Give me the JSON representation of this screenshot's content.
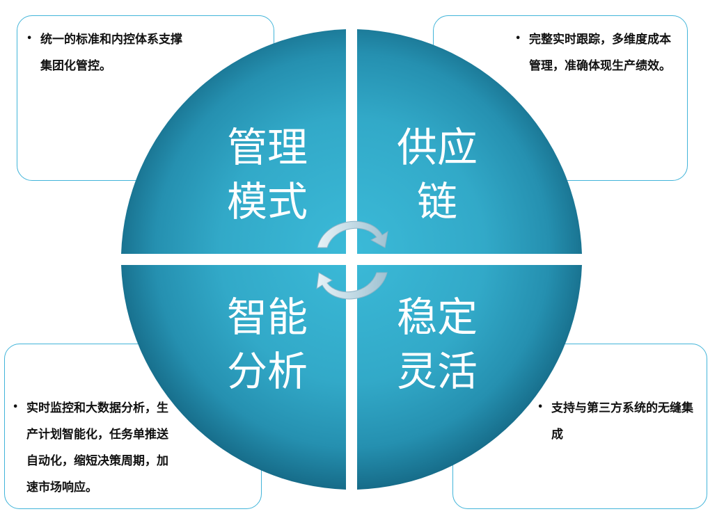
{
  "quadrants": {
    "top_left": {
      "line1": "管理",
      "line2": "模式"
    },
    "top_right": {
      "line1": "供应",
      "line2": "链"
    },
    "bottom_left": {
      "line1": "智能",
      "line2": "分析"
    },
    "bottom_right": {
      "line1": "稳定",
      "line2": "灵活"
    }
  },
  "boxes": {
    "top_left": {
      "text": "统一的标准和内控体系支撑集团化管控。"
    },
    "top_right": {
      "text": "完整实时跟踪，多维度成本管理，准确体现生产绩效。"
    },
    "bottom_left": {
      "text": "实时监控和大数据分析，生产计划智能化，任务单推送自动化，缩短决策周期，加速市场响应。"
    },
    "bottom_right": {
      "text": "支持与第三方系统的无缝集成"
    }
  },
  "colors": {
    "circle_light": "#3bbad8",
    "circle_dark": "#166b88",
    "box_border": "#41b4d9",
    "arrow": "#c9dde6"
  },
  "icons": {
    "center": "cycle-arrows-icon",
    "bullet": "bullet-icon"
  }
}
